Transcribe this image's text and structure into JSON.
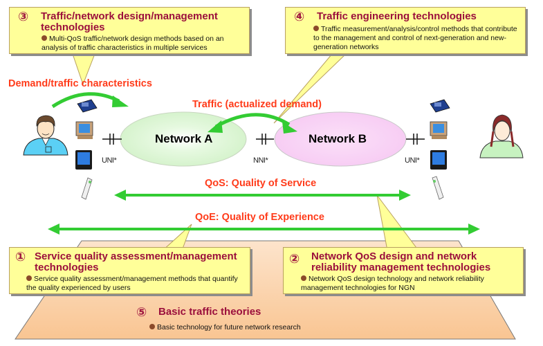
{
  "labels": {
    "demand": "Demand/traffic characteristics",
    "traffic": "Traffic (actualized demand)",
    "qos": "QoS: Quality of Service",
    "qoe": "QoE: Quality of Experience",
    "network_a": "Network A",
    "network_b": "Network B",
    "uni_left": "UNI*",
    "nni": "NNI*",
    "uni_right": "UNI*"
  },
  "callouts": [
    {
      "number": "①",
      "title": "Service quality assessment/management technologies",
      "description": "Service quality assessment/management methods that quantify the quality experienced by users"
    },
    {
      "number": "②",
      "title": "Network QoS design and network reliability management technologies",
      "description": "Network QoS design technology and network reliability management technologies for NGN"
    },
    {
      "number": "③",
      "title": "Traffic/network design/management technologies",
      "description": "Multi-QoS traffic/network design methods based on an analysis of traffic characteristics in multiple services"
    },
    {
      "number": "④",
      "title": "Traffic engineering technologies",
      "description": "Traffic measurement/analysis/control methods that contribute to the management and control of next-generation and new-generation networks"
    },
    {
      "number": "⑤",
      "title": "Basic traffic theories",
      "description": "Basic technology for future network research"
    }
  ],
  "icons": {
    "left_user": "male-user-icon",
    "right_user": "female-user-icon",
    "devices": [
      "telephone-icon",
      "desktop-computer-icon",
      "television-icon",
      "mobile-phone-icon"
    ]
  },
  "colors": {
    "arrow_green": "#33cc33",
    "label_red": "#ff3b1a",
    "title_crimson": "#9b0f3c",
    "callout_yellow": "#ffff99",
    "network_a_fill": "#dff7d8",
    "network_b_fill": "#f9d4f6",
    "base_platform": "#fbd0a8"
  }
}
